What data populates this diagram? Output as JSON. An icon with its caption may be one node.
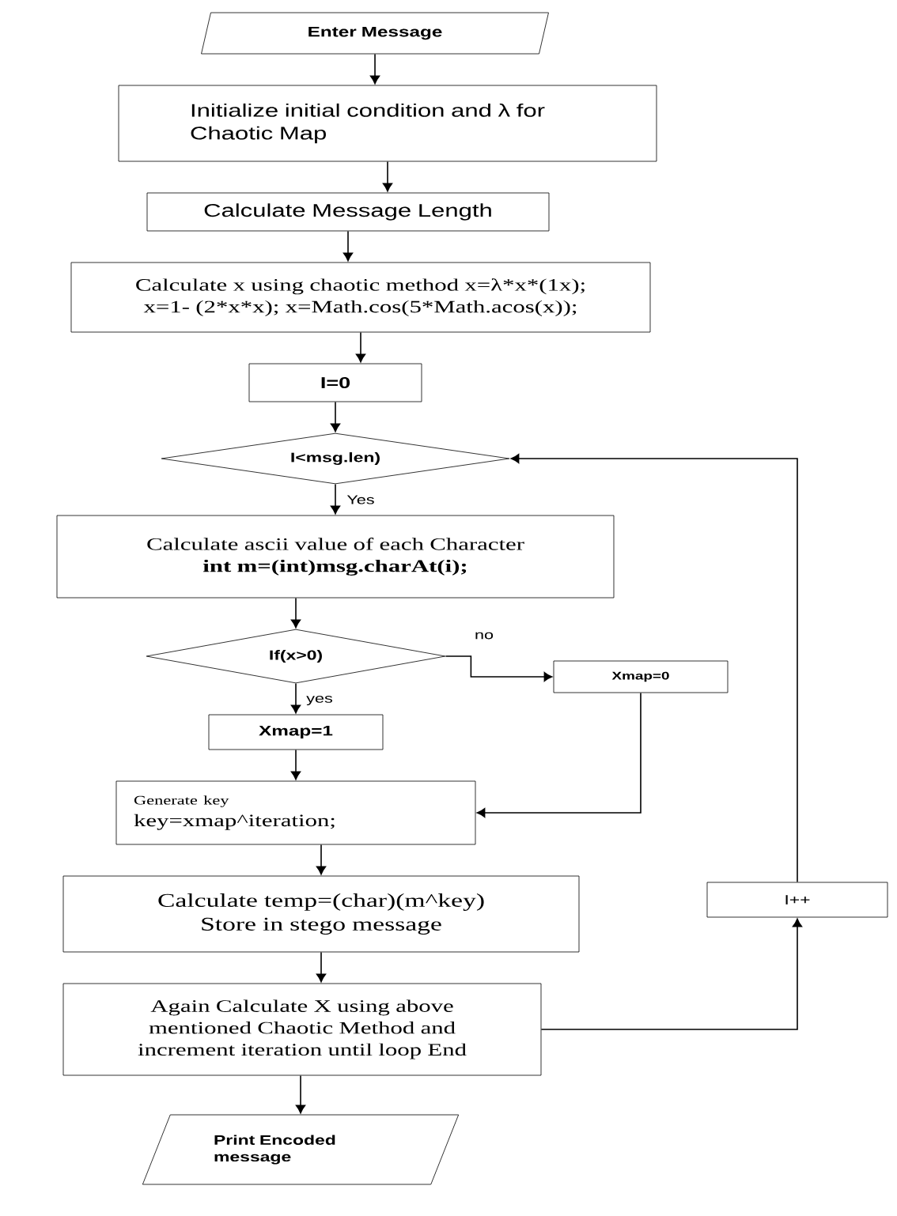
{
  "diagram": {
    "nodes": [
      {
        "text": [
          "Enter Message"
        ]
      },
      {
        "text": [
          "Initialize initial condition and λ for Chaotic Map"
        ]
      },
      {
        "text": [
          "Calculate Message Length"
        ]
      },
      {
        "text": [
          "Calculate x using chaotic method x=λ*x*(1x); x=1- (2*x*x); x=Math.cos(5*Math.acos(x));"
        ]
      },
      {
        "text": [
          "I=0"
        ]
      },
      {
        "text": [
          "I<msg.len)"
        ]
      },
      {
        "text": [
          "Calculate ascii value of each Character",
          "int m=(int)msg.charAt(i);"
        ]
      },
      {
        "text": [
          "If(x>0)"
        ]
      },
      {
        "text": [
          "Xmap=0"
        ]
      },
      {
        "text": [
          "Xmap=1"
        ]
      },
      {
        "text": [
          "Generate key",
          "key=xmap^iteration;"
        ]
      },
      {
        "text": [
          "Calculate temp=(char)(m^key) Store in stego message"
        ]
      },
      {
        "text": [
          "Again Calculate X using above mentioned Chaotic Method and increment iteration until loop End"
        ]
      },
      {
        "text": [
          "Print Encoded message"
        ]
      },
      {
        "text": [
          "I++"
        ]
      }
    ],
    "edges": [
      {
        "from": 0,
        "to": 1,
        "arrow": "to"
      },
      {
        "from": 1,
        "to": 2,
        "arrow": "to"
      },
      {
        "from": 2,
        "to": 3,
        "arrow": "to"
      },
      {
        "from": 3,
        "to": 4,
        "arrow": "to"
      },
      {
        "from": 4,
        "to": 5,
        "arrow": "to"
      },
      {
        "from": 5,
        "to": 6,
        "arrow": "to",
        "label": "Yes"
      },
      {
        "from": 6,
        "to": 7,
        "arrow": "to"
      },
      {
        "from": 7,
        "to": 8,
        "arrow": "to",
        "label": "no"
      },
      {
        "from": 7,
        "to": 9,
        "arrow": "to",
        "label": "yes"
      },
      {
        "from": 9,
        "to": 10,
        "arrow": "to"
      },
      {
        "from": 8,
        "to": 10,
        "arrow": "to"
      },
      {
        "from": 10,
        "to": 11,
        "arrow": "to"
      },
      {
        "from": 11,
        "to": 12,
        "arrow": "to"
      },
      {
        "from": 12,
        "to": 14,
        "arrow": "to"
      },
      {
        "from": 14,
        "to": 5,
        "arrow": "to"
      },
      {
        "from": 12,
        "to": 13,
        "arrow": "to"
      }
    ]
  }
}
